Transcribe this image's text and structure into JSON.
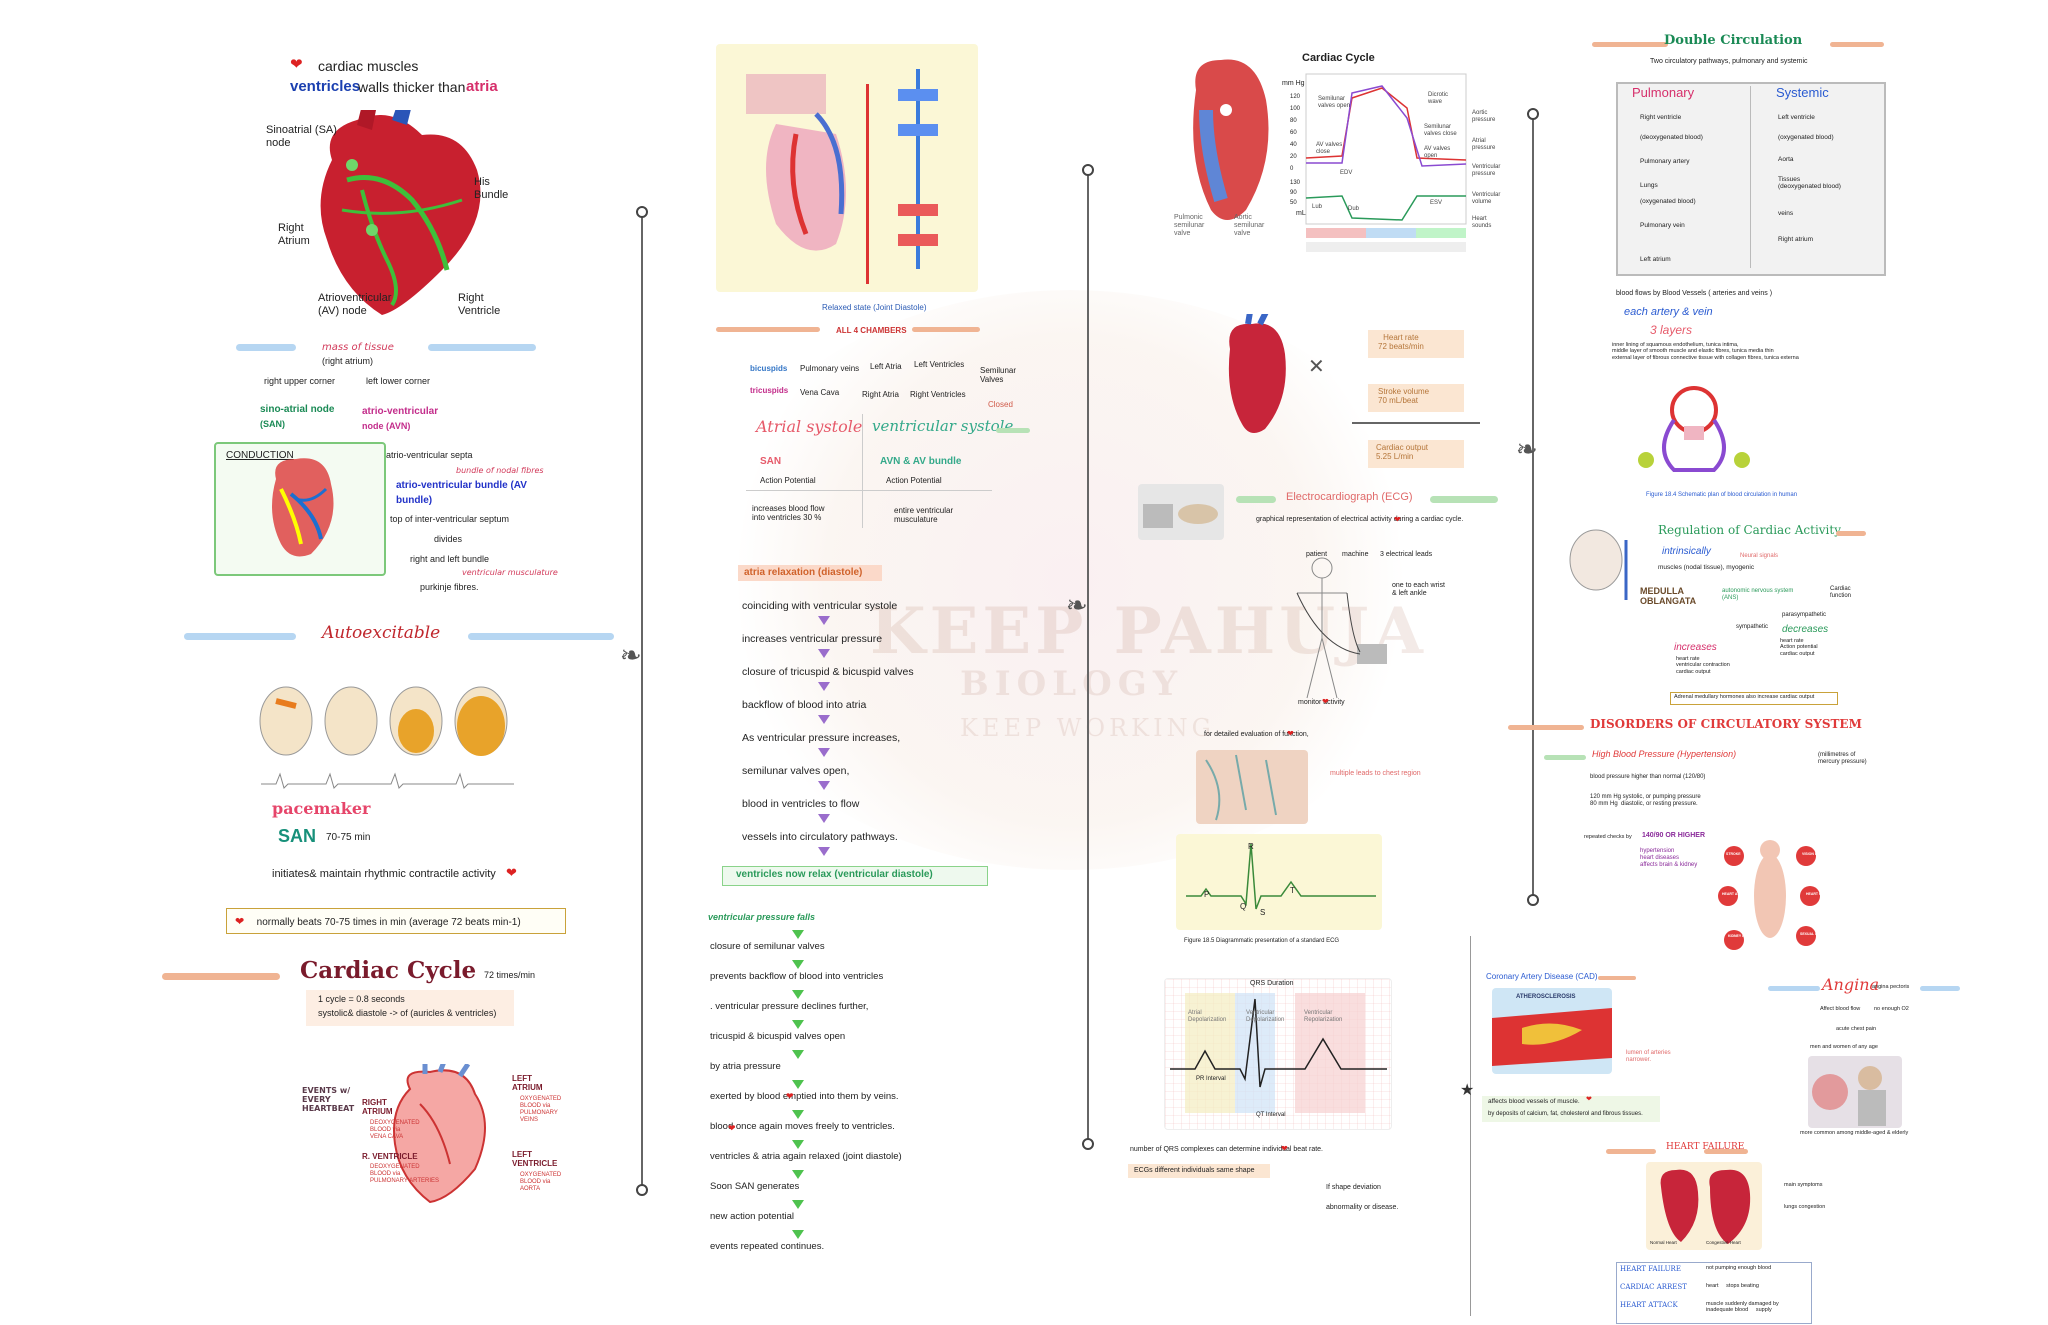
{
  "watermark": {
    "line1": "KEEP PAHUJA",
    "line2": "BIOLOGY",
    "line3": "KEEP WORKING"
  },
  "col1": {
    "cardiac_muscles": "cardiac muscles",
    "ventricles_word": "ventricles",
    "walls_text": "walls thicker than",
    "atria_word": "atria",
    "heart_labels": {
      "sa": "Sinoatrial (SA)\nnode",
      "his": "His\nBundle",
      "right_atrium": "Right\nAtrium",
      "av": "Atrioventricular\n(AV) node",
      "right_ventricle": "Right\nVentricle"
    },
    "mass_of_tissue": "mass of tissue",
    "right_atrium_paren": "(right atrium)",
    "right_upper_corner": "right upper corner",
    "left_lower_corner": "left lower corner",
    "sino_atrial": "sino-atrial node",
    "san": "(SAN)",
    "atrio_ventricular_node": "atrio-ventricular",
    "node_avn": "node (AVN)",
    "conduction": "CONDUCTION",
    "atrio_septa": "atrio-ventricular septa",
    "bundle_nodal": "bundle of nodal fibres",
    "av_bundle": "atrio-ventricular bundle (AV",
    "bundle": "bundle)",
    "top_septum": "top of inter-ventricular septum",
    "divides": "divides",
    "right_left_bundle": "right and left bundle",
    "ventricular_musculature": "ventricular musculature",
    "purkinje": "purkinje fibres.",
    "autoexcitable": "Autoexcitable",
    "pacemaker": "pacemaker",
    "san_big": "SAN",
    "san_rate": "70-75 min",
    "initiates": "initiates& maintain rhythmic contractile activity",
    "normally_beats": "normally beats 70-75 times in min (average 72 beats min-1)",
    "cardiac_cycle_title": "Cardiac Cycle",
    "times_min": "72 times/min",
    "one_cycle": "1 cycle = 0.8 seconds",
    "systolic": "systolic& diastole -> of (auricles & ventricles)",
    "events": "EVENTS w/\nEVERY\nHEARTBEAT",
    "right_atrium_d": "RIGHT\nATRIUM",
    "deoxy1": "DEOXYGENATED\nBLOOD via\nVENA CAVA",
    "r_ventricle": "R. VENTRICLE",
    "deoxy2": "DEOXYGENATED\nBLOOD via\nPULMONARY ARTERIES",
    "left_atrium_d": "LEFT\nATRIUM",
    "oxy1": "OXYGENATED\nBLOOD via\nPULMONARY\nVEINS",
    "left_ventricle_d": "LEFT\nVENTRICLE",
    "oxy2": "OXYGENATED\nBLOOD via\nAORTA"
  },
  "col2": {
    "relaxed_state": "Relaxed state (Joint Diastole)",
    "all_chambers": "ALL 4 CHAMBERS",
    "bicuspid": "bicuspids",
    "pulmonary_veins": "Pulmonary veins",
    "left_atria": "Left Atria",
    "left_ventricles": "Left Ventricles",
    "semilunar_valves": "Semilunar\nValves",
    "closed": "Closed",
    "tricuspid": "tricuspids",
    "vena_cava": "Vena Cava",
    "right_atria": "Right Atria",
    "right_ventricles": "Right Ventricles",
    "atrial_systole": "Atrial systole",
    "ventricular_systole": "ventricular systole",
    "san": "SAN",
    "action_potential": "Action Potential",
    "avn_bundle": "AVN & AV bundle",
    "action_potential2": "Action Potential",
    "increases_flow": "increases blood flow\ninto ventricles 30 %",
    "entire_ventricular": "entire ventricular\nmusculature",
    "atria_relaxation": "atria relaxation (diastole)",
    "steps": [
      "coinciding with ventricular systole",
      "increases ventricular pressure",
      "closure of tricuspid & bicuspid valves",
      "backflow of blood into atria",
      "As ventricular pressure increases,",
      "semilunar valves open,",
      "blood in ventricles to flow",
      "vessels into circulatory pathways."
    ],
    "ventricles_relax": "ventricles now relax (ventricular diastole)",
    "vent_pressure_falls": "ventricular pressure falls",
    "steps2": [
      "closure of semilunar valves",
      "prevents backflow of blood into ventricles",
      ". ventricular pressure declines further,",
      "tricuspid & bicuspid valves   open",
      "by atria pressure",
      "exerted by blood    emptied into them by veins.",
      "blood    once again moves freely to ventricles.",
      "ventricles & atria again  relaxed (joint diastole)",
      "Soon SAN generates",
      "new action potential",
      "events repeated continues."
    ]
  },
  "col3": {
    "cardiac_cycle_chart": "Cardiac Cycle",
    "mmhg": "mm Hg",
    "y_ticks": [
      "120",
      "100",
      "80",
      "60",
      "40",
      "20",
      "0"
    ],
    "y_ticks2": [
      "130",
      "90",
      "50"
    ],
    "ml": "mL",
    "chart_labels": [
      "Semilunar\nvalves open",
      "Dicrotic\nwave",
      "Aortic\npressure",
      "Atrial\npressure",
      "Ventricular\npressure",
      "Ventricular\nvolume",
      "Heart\nsounds",
      "AV valves\nclose",
      "AV valves\nopen",
      "Semilunar\nvalves close",
      "EDV",
      "ESV",
      "Lub",
      "Dub"
    ],
    "pulmonic": "Pulmonic\nsemilunar\nvalve",
    "aortic": "Aortic\nsemilunar\nvalve",
    "heart_rate": "Heart rate\n72 beats/min",
    "stroke_volume": "Stroke volume\n70 mL/beat",
    "cardiac_output": "Cardiac output\n5.25 L/min",
    "ecg_title": "Electrocardiograph (ECG)",
    "graphical": "graphical representation of electrical activity     during a cardiac cycle.",
    "patient": "patient",
    "machine": "machine",
    "electrical_leads": "3 electrical leads",
    "one_each": "one to each wrist\n& left ankle",
    "monitor": "monitor     activity",
    "detailed": "for detailed evaluation of     function,",
    "multiple_leads": "multiple leads to chest region",
    "figure_ecg": "Figure 18.5 Diagrammatic presentation of a standard ECG",
    "ecg_letters": [
      "P",
      "Q",
      "R",
      "S",
      "T"
    ],
    "qrs_duration": "QRS Duration",
    "atrial_depol": "Atrial\nDepolarization",
    "ventricular_depol": "Ventricular\nDepolarization",
    "ventricular_repol": "Ventricular\nRepolarization",
    "pr_interval": "PR Interval",
    "qt_interval": "QT Interval",
    "number_qrs": "number of QRS complexes can determine     individual beat rate.",
    "ecgs_different": "ECGs different individuals same shape",
    "if_shape": "If shape deviation",
    "abnormality": "abnormality or disease."
  },
  "col4": {
    "double_circulation": "Double Circulation",
    "two_pathways": "Two circulatory pathways, pulmonary and systemic",
    "pulmonary": "Pulmonary",
    "systemic": "Systemic",
    "pulm_list": [
      "Right ventricle",
      "(deoxygenated blood)",
      "Pulmonary    artery",
      "Lungs",
      "(oxygenated blood)",
      "Pulmonary       vein",
      "Left atrium"
    ],
    "sys_list": [
      "Left ventricle",
      "(oxygenated blood)",
      "Aorta",
      "Tissues\n(deoxygenated blood)",
      "veins",
      "Right atrium"
    ],
    "blood_flows": "blood flows by Blood Vessels ( arteries and veins )",
    "each_artery": "each artery & vein",
    "three_layers": "3 layers",
    "layer_text": "inner lining of squamous endothelium, tunica intima,\nmiddle layer of smooth muscle and elastic fibres, tunica media thin\nexternal layer of fibrous connective tissue with collagen fibres, tunica externa",
    "figure_schematic": "Figure 18.4 Schematic plan of blood circulation in human",
    "regulation": "Regulation of Cardiac Activity",
    "intrinsically": "intrinsically",
    "nodal_tissue": "muscles (nodal tissue), myogenic",
    "neural_signals": "Neural signals",
    "medulla": "MEDULLA\nOBLANGATA",
    "ans": "autonomic nervous system\n(ANS)",
    "cardiac_function": "Cardiac\nfunction",
    "sympathetic": "sympathetic",
    "parasympathetic": "parasympathetic",
    "increases": "increases",
    "decreases": "decreases",
    "inc_list": "heart rate\nventricular contraction\ncardiac output",
    "dec_list": "heart rate\nAction potential\ncardiac output",
    "adrenal": "Adrenal medullary hormones also increase cardiac output",
    "disorders": "DISORDERS OF CIRCULATORY SYSTEM",
    "hbp": "High Blood Pressure (Hypertension)",
    "millimetres": "(millimetres of\nmercury pressure)",
    "bp_higher": "blood pressure higher than normal (120/80)",
    "bp_detail": "120 mm Hg systolic, or pumping pressure\n80 mm Hg  diastolic, or resting pressure.",
    "repeated": "repeated checks by",
    "140_90": "140/90 OR HIGHER",
    "hypertension_list": "hypertension\nheart diseases\naffects brain & kidney",
    "organ_labels": [
      "STROKE",
      "VISION LOSS",
      "HEART ATTACK",
      "HEART FAILURE",
      "KIDNEY DISEASE",
      "SEXUAL DYSFUNCTION"
    ],
    "cad": "Coronary Artery Disease (CAD)",
    "atherosclerosis": "ATHEROSCLEROSIS",
    "lumen": "lumen of arteries\nnarrower.",
    "affects_vessels": "affects blood vessels of     muscle.",
    "deposits": "by deposits of calcium, fat, cholesterol and fibrous tissues.",
    "angina": "Angina",
    "angina_pectoris": "angina pectoris",
    "affect_flow": "Affect blood flow",
    "no_enough": "no enough O2",
    "acute_chest": "acute chest pain",
    "men_women": "men and women of any age",
    "more_common": "more common among middle-aged & elderly",
    "heart_failure": "HEART FAILURE",
    "main_symptom": "main symptoms",
    "lungs_congestion": "lungs congestion",
    "normal_heart": "Normal Heart",
    "congestive": "Congestive Heart",
    "table": [
      {
        "label": "HEART FAILURE",
        "desc": "not pumping enough blood"
      },
      {
        "label": "CARDIAC ARREST",
        "desc": "heart     stops beating"
      },
      {
        "label": "HEART ATTACK",
        "desc": "muscle suddenly damaged by\ninadequate blood     supply"
      }
    ]
  }
}
